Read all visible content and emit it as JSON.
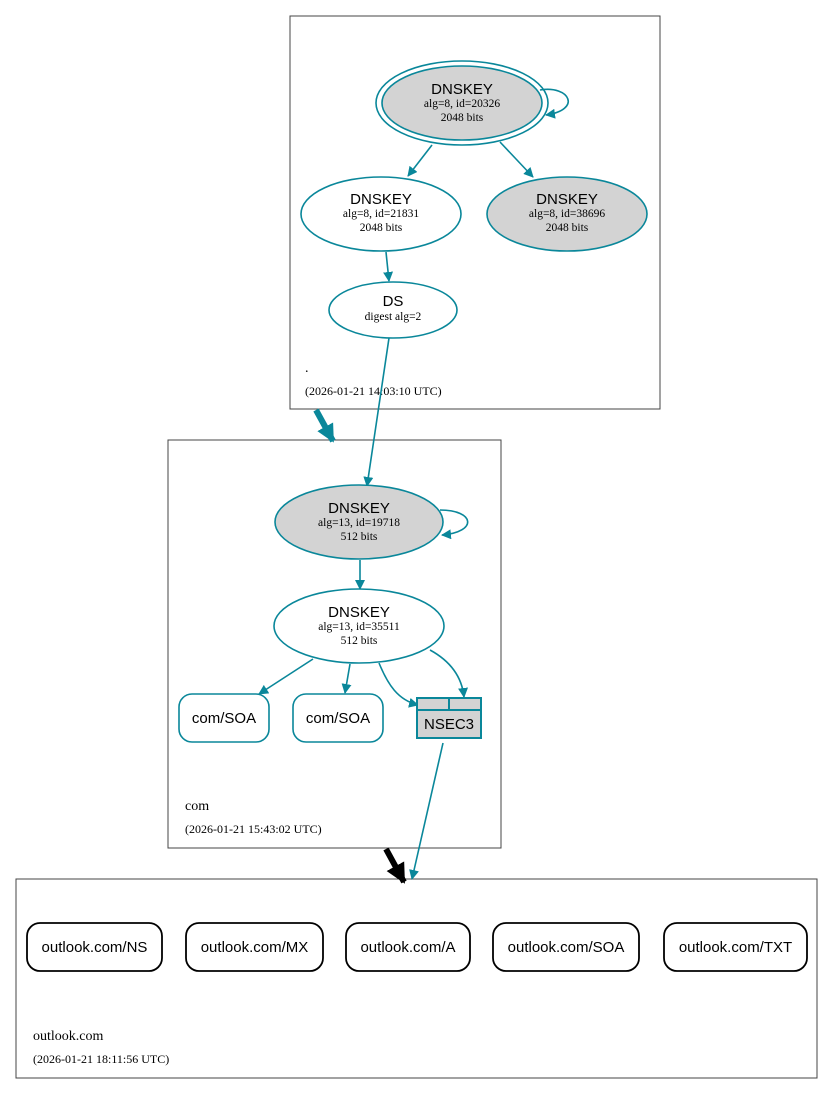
{
  "colors": {
    "edge": "#0a879a",
    "shaded_fill": "#d3d3d3",
    "zone_border": "#444444",
    "black": "#000000"
  },
  "zones": [
    {
      "name": ".",
      "timestamp": "(2026-01-21 14:03:10 UTC)"
    },
    {
      "name": "com",
      "timestamp": "(2026-01-21 15:43:02 UTC)"
    },
    {
      "name": "outlook.com",
      "timestamp": "(2026-01-21 18:11:56 UTC)"
    }
  ],
  "root": {
    "ksk": {
      "title": "DNSKEY",
      "line1": "alg=8, id=20326",
      "line2": "2048 bits"
    },
    "zsk": {
      "title": "DNSKEY",
      "line1": "alg=8, id=21831",
      "line2": "2048 bits"
    },
    "key3": {
      "title": "DNSKEY",
      "line1": "alg=8, id=38696",
      "line2": "2048 bits"
    },
    "ds": {
      "title": "DS",
      "line1": "digest alg=2"
    }
  },
  "com": {
    "ksk": {
      "title": "DNSKEY",
      "line1": "alg=13, id=19718",
      "line2": "512 bits"
    },
    "zsk": {
      "title": "DNSKEY",
      "line1": "alg=13, id=35511",
      "line2": "512 bits"
    },
    "records": [
      "com/SOA",
      "com/SOA"
    ],
    "nsec3": "NSEC3"
  },
  "outlook": {
    "records": [
      "outlook.com/NS",
      "outlook.com/MX",
      "outlook.com/A",
      "outlook.com/SOA",
      "outlook.com/TXT"
    ]
  }
}
